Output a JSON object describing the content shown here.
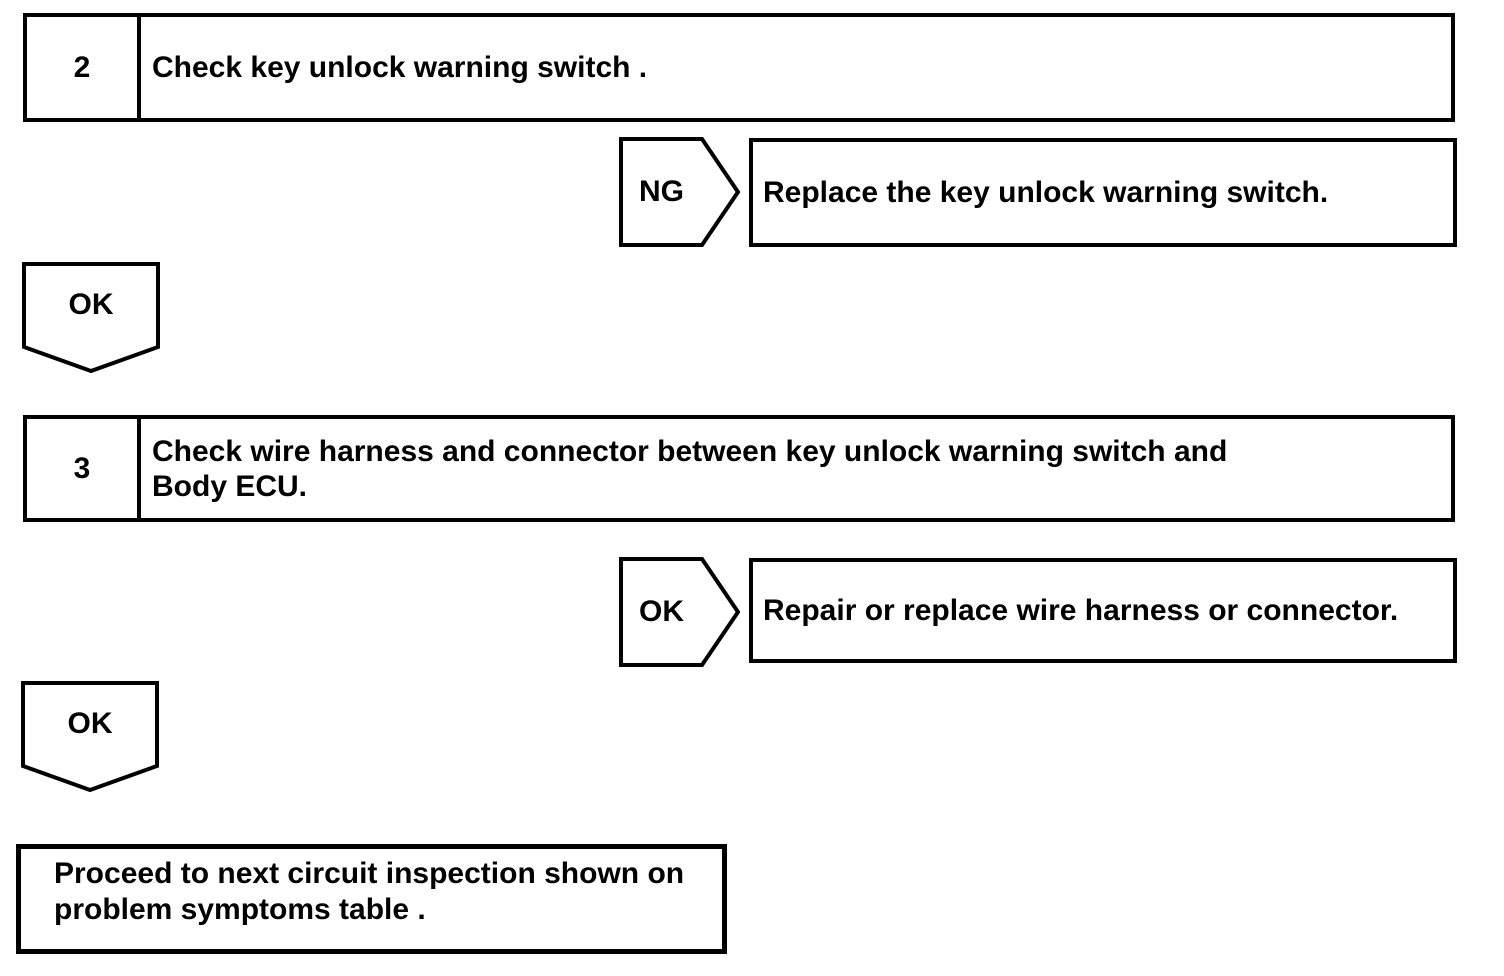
{
  "colors": {
    "line": "#000000",
    "background": "#ffffff"
  },
  "flowchart": {
    "steps": [
      {
        "number": "2",
        "instruction_lines": [
          "Check key unlock warning switch ."
        ],
        "branch": {
          "label": "NG",
          "action": "Replace the key unlock warning switch."
        }
      },
      {
        "number": "3",
        "instruction_lines": [
          "Check wire harness and connector between key unlock warning switch and",
          "Body ECU."
        ],
        "branch": {
          "label": "OK",
          "action": "Repair or replace wire harness or connector."
        }
      }
    ],
    "connectors": [
      {
        "label": "OK"
      },
      {
        "label": "OK"
      }
    ],
    "terminal": {
      "lines": [
        "Proceed to next circuit inspection shown on",
        "problem symptoms table ."
      ]
    }
  }
}
